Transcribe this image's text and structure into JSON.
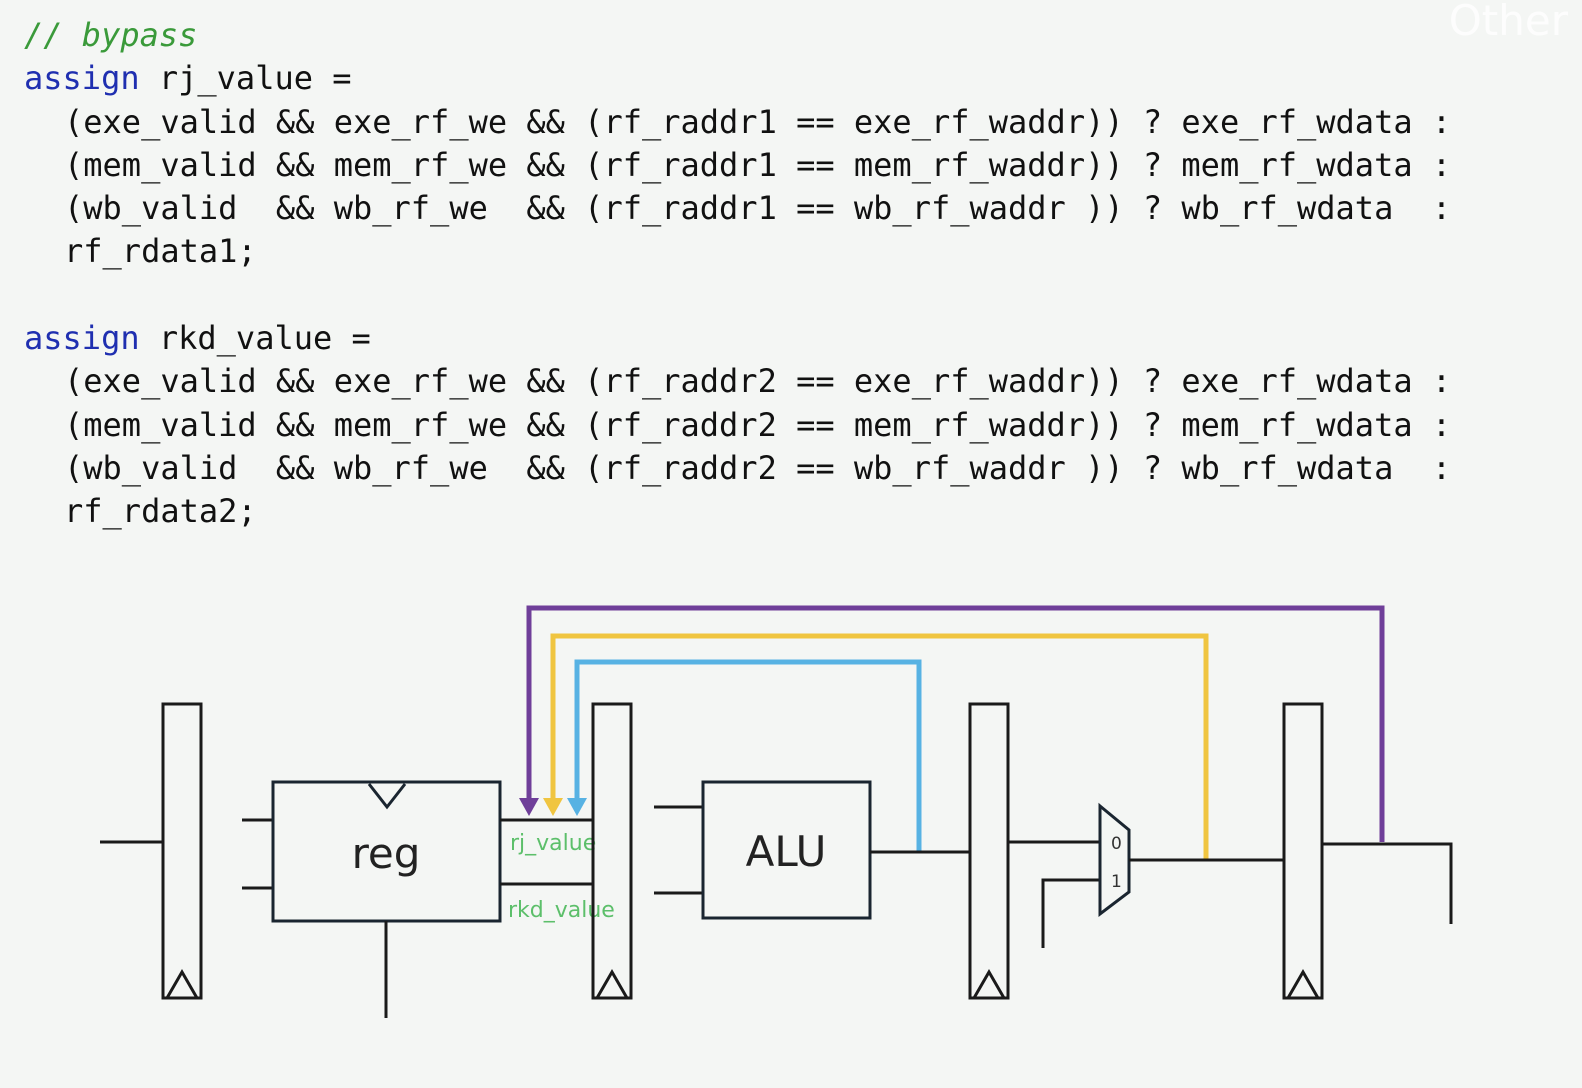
{
  "watermark": "Other",
  "code": {
    "comment": "// bypass",
    "kw_assign": "assign",
    "block1": {
      "decl": " rj_value =",
      "lines": [
        "(exe_valid && exe_rf_we && (rf_raddr1 == exe_rf_waddr)) ? exe_rf_wdata :",
        "(mem_valid && mem_rf_we && (rf_raddr1 == mem_rf_waddr)) ? mem_rf_wdata :",
        "(wb_valid  && wb_rf_we  && (rf_raddr1 == wb_rf_waddr )) ? wb_rf_wdata  :",
        "rf_rdata1;"
      ]
    },
    "block2": {
      "decl": " rkd_value =",
      "lines": [
        "(exe_valid && exe_rf_we && (rf_raddr2 == exe_rf_waddr)) ? exe_rf_wdata :",
        "(mem_valid && mem_rf_we && (rf_raddr2 == mem_rf_waddr)) ? mem_rf_wdata :",
        "(wb_valid  && wb_rf_we  && (rf_raddr2 == wb_rf_waddr )) ? wb_rf_wdata  :",
        "rf_rdata2;"
      ]
    }
  },
  "diagram": {
    "reg_label": "reg",
    "alu_label": "ALU",
    "rj_label": "rj_value",
    "rkd_label": "rkd_value",
    "mux_in0": "0",
    "mux_in1": "1",
    "colors": {
      "wb_forward": "#6f3f99",
      "mem_forward": "#f0c540",
      "exe_forward": "#57b2e3",
      "signal_label": "#5cbf6a",
      "keyword": "#1f2fb0",
      "comment": "#3a9a3a"
    }
  }
}
